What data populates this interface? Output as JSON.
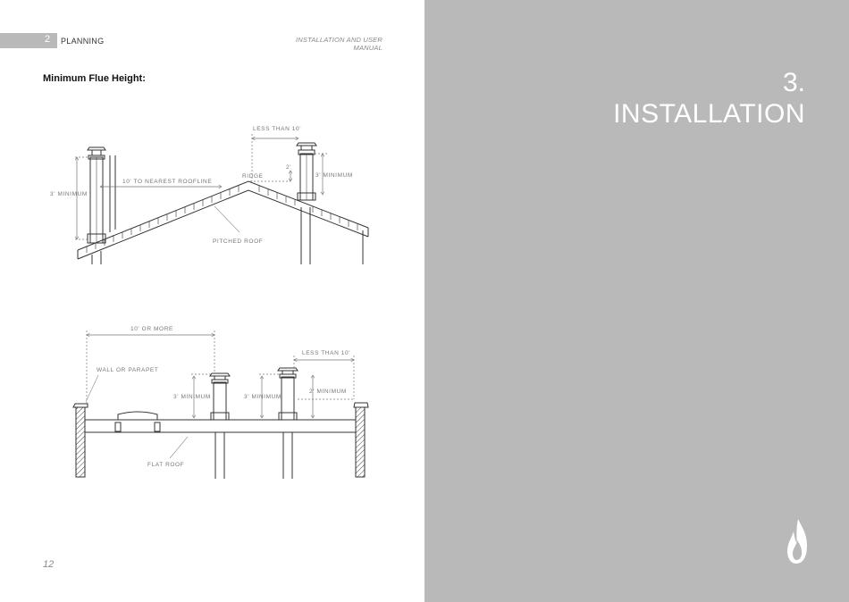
{
  "header": {
    "section_number": "2",
    "section_label": "PLANNING",
    "manual_title": "INSTALLATION AND USER MANUAL"
  },
  "figure": {
    "title": "Minimum Flue Height:",
    "pitched": {
      "less_than_10": "LESS THAN 10'",
      "two_ft": "2'",
      "ridge": "RIDGE",
      "three_min_left": "3' MINIMUM",
      "three_min_right": "3' MINIMUM",
      "nearest_roofline": "10' TO NEAREST ROOFLINE",
      "pitched_roof": "PITCHED ROOF"
    },
    "flat": {
      "ten_or_more": "10' OR MORE",
      "less_than_10": "LESS THAN 10'",
      "wall_parapet": "WALL OR PARAPET",
      "three_min_a": "3' MINIMUM",
      "three_min_b": "3' MINIMUM",
      "two_min": "2' MINIMUM",
      "flat_roof": "FLAT ROOF"
    }
  },
  "footer": {
    "page_number": "12"
  },
  "chapter": {
    "number": "3.",
    "title": "INSTALLATION"
  },
  "icons": {
    "logo": "flame-icon"
  },
  "colors": {
    "panel_gray": "#b9b9b9",
    "text_dark": "#111111",
    "text_muted": "#888888"
  }
}
